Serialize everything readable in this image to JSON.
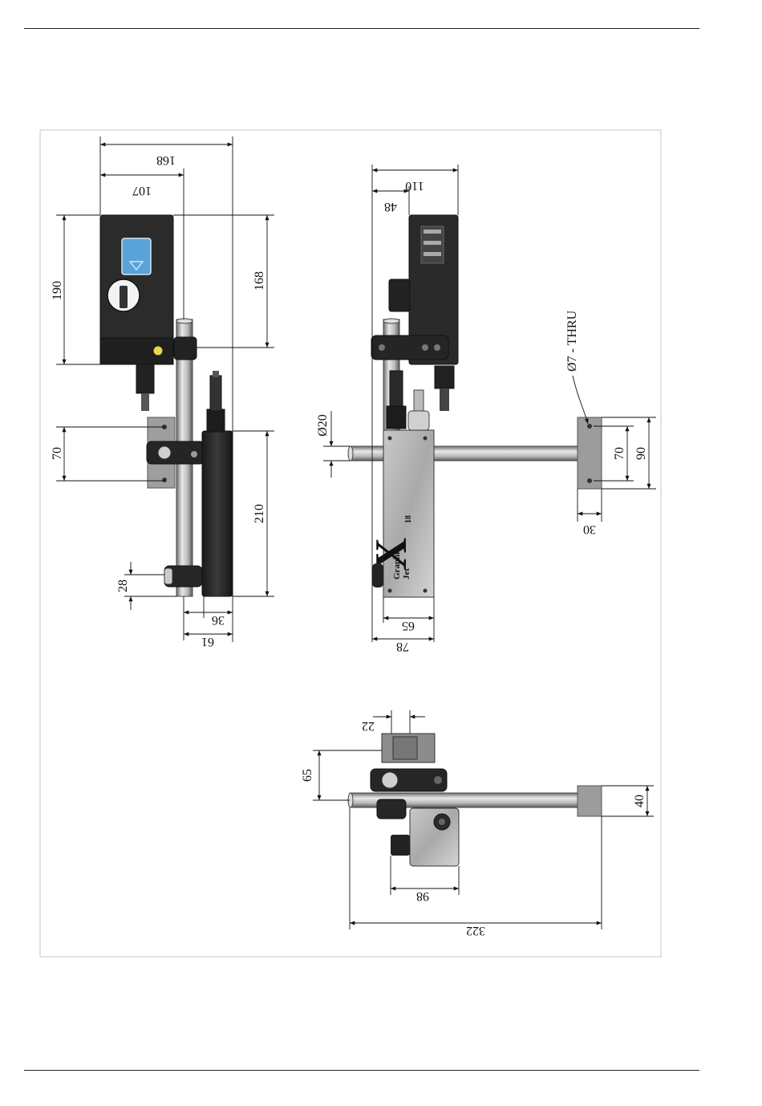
{
  "view_left": {
    "dim_width_total": "168",
    "dim_width_head": "107",
    "dim_height_head": "190",
    "dim_height_upper": "168",
    "dim_bracket": "70",
    "dim_lower_height": "210",
    "dim_bottom_offset": "28",
    "dim_bottom_a": "36",
    "dim_bottom_b": "61"
  },
  "view_right": {
    "dim_top_total": "110",
    "dim_top_offset": "48",
    "dim_rod_dia": "Ø20",
    "dim_body_width": "65",
    "dim_overall_width": "78",
    "hole_callout": "Ø7 - THRU",
    "dim_holes": "70",
    "dim_plate_height": "90",
    "dim_plate_width": "30",
    "brand_line1": "Graphic",
    "brand_line2": "Jet",
    "brand_mark": "X",
    "brand_model": "18"
  },
  "view_bottom": {
    "dim_top": "22",
    "dim_left": "65",
    "dim_end": "40",
    "dim_mid": "98",
    "dim_total": "322"
  }
}
